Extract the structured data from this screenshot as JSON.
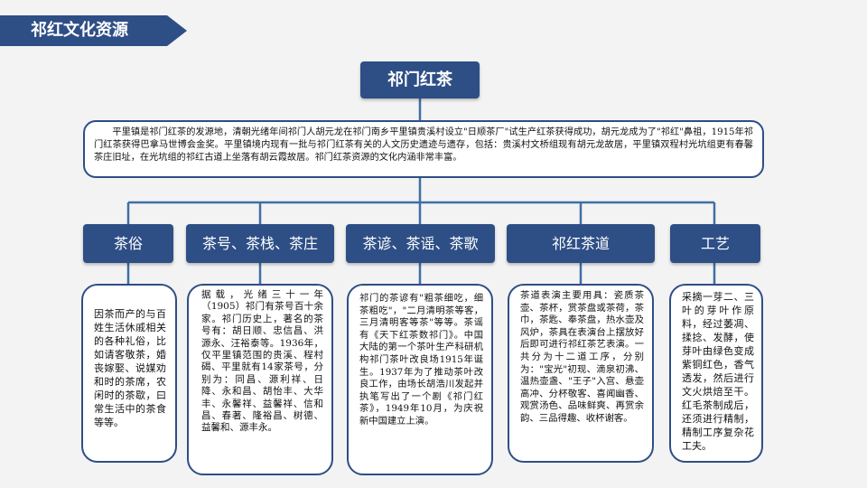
{
  "header": {
    "banner": "祁红文化资源"
  },
  "center": {
    "title": "祁门红茶",
    "intro": "平里镇是祁门红茶的发源地，清朝光绪年间祁门人胡元龙在祁门南乡平里镇贵溪村设立\"日顺茶厂\"试生产红茶获得成功，胡元龙成为了\"祁红\"鼻祖，1915年祁门红茶获得巴拿马世博会金奖。平里镇境内现有一批与祁门红茶有关的人文历史遗迹与遗存，包括：贵溪村文桥组现有胡元龙故居，平里镇双程村光坑组更有春馨茶庄旧址，在光坑组的祁红古道上坐落有胡云霞故居。祁门红茶资源的文化内涵非常丰富。"
  },
  "categories": [
    {
      "label": "茶俗",
      "text": "因茶而产的与百姓生活休戚相关的各种礼俗，比如请客敬茶，婚丧嫁娶、说媒劝和时的茶席，农闲时的茶歇，曰常生活中的茶食等等。"
    },
    {
      "label": "茶号、茶栈、茶庄",
      "text": "据载，光绪三十一年（1905）祁门有茶号百十余家。祁门历史上，著名的茶号有：胡日顺、忠信昌、洪源永、汪裕泰等。1936年，仅平里镇范围的贵溪、程村碣、平里就有14家茶号，分别为：同昌、源利祥、日降、永和昌、胡怡丰、大华丰、永馨祥、益馨祥、信和昌、春著、隆裕昌、树德、益馨和、源丰永。"
    },
    {
      "label": "茶谚、茶谣、茶歌",
      "text": "祁门的茶谚有\"粗茶细吃，细茶粗吃\"，\"二月清明茶等客，三月清明客等茶\"等等。茶谣有《天下红茶数祁门》。中国大陆的第一个茶叶生产科研机构祁门茶叶改良场1915年诞生。1937年为了推动茶叶改良工作，由场长胡浩川发起并执笔写出了一个剧《祁门红茶》，1949年10月，为庆祝新中国建立上演。"
    },
    {
      "label": "祁红茶道",
      "text": "茶道表演主要用具：瓷质茶壶、茶杯，赏茶盘或茶荷，茶巾，茶匙、奉茶盘，热水壶及风炉，茶具在表演台上摆放好后即可进行祁红茶艺表演。一共分为十二道工序，分别为：\"宝光\"初现、滴泉初沸、温热壶盏、\"王子\"入宫、悬壶高冲、分杯敬客、喜闻幽香、观赏汤色、品味鲜爽、再赏余韵、三品得趣、收杯谢客。"
    },
    {
      "label": "工艺",
      "text": "采摘一芽二、三叶的芽叶作原料，经过萎凋、揉捻、发酵，使芽叶由绿色变成紫铜红色，香气透发，然后进行文火烘焙至干。红毛茶制成后，还须进行精制，精制工序复杂花工夫。"
    }
  ],
  "colors": {
    "primary": "#2e4e86",
    "line": "#3f6fa5",
    "background": "#f3f3f3"
  }
}
